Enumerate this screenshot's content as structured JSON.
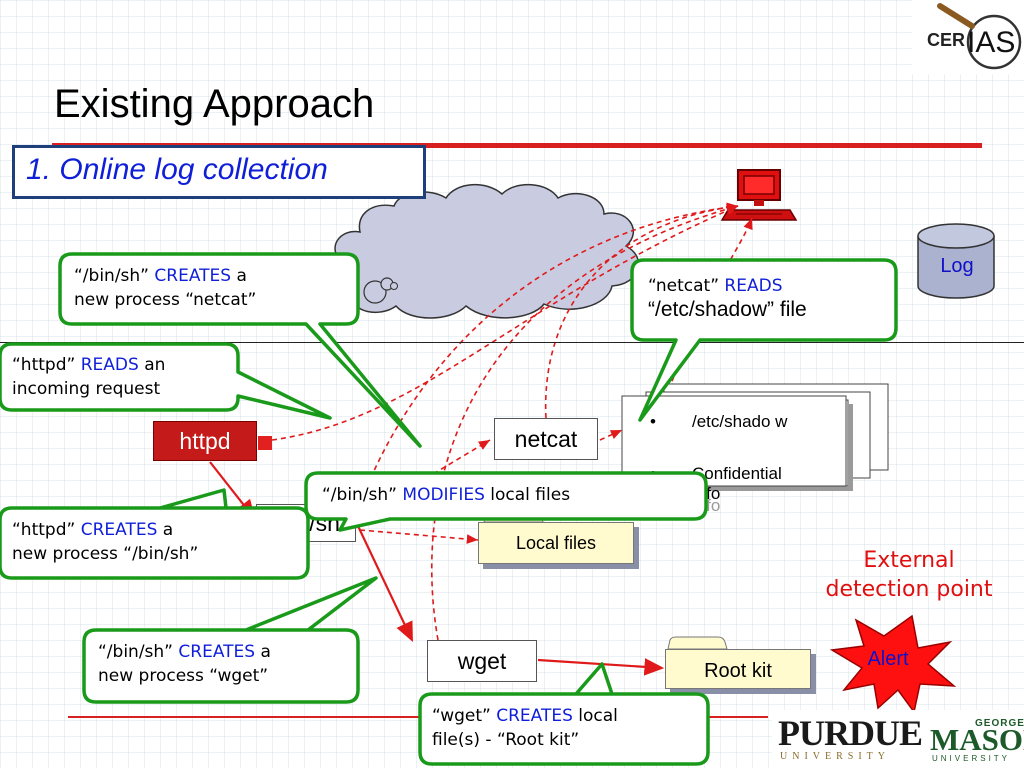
{
  "slide": {
    "title": "Existing Approach",
    "subtitle": "1. Online log collection",
    "colors": {
      "accent_red": "#d82020",
      "callout_green": "#1a9a1a",
      "keyword_blue": "#0f1fd8",
      "process_red": "#c41a1a"
    }
  },
  "logos": {
    "cerias": "CER",
    "cerias_ias": "IAS",
    "purdue": "PURDUE",
    "purdue_sub": "UNIVERSITY",
    "gmu_top": "GEORGE",
    "gmu": "MASON",
    "gmu_sub": "UNIVERSITY"
  },
  "nodes": {
    "httpd": "httpd",
    "binsh": "/bin/sh",
    "netcat": "netcat",
    "wget": "wget",
    "local_files": "Local files",
    "root_kit": "Root kit",
    "log": "Log",
    "alert": "Alert",
    "external_detection_line1": "External",
    "external_detection_line2": "detection point"
  },
  "document": {
    "items": [
      "/etc/shado w",
      "Confidential Info"
    ],
    "shadow_text": "Info"
  },
  "callouts": {
    "binsh_creates_netcat": {
      "pre": "“/bin/sh”",
      "kw": "CREATES",
      "post1": "a",
      "post2": "new process “netcat”"
    },
    "httpd_reads": {
      "pre": "“httpd”",
      "kw": "READS",
      "post1": "an",
      "post2": "incoming request"
    },
    "netcat_reads": {
      "pre": "“netcat”",
      "kw": "READS",
      "post2": "“/etc/shadow” file"
    },
    "binsh_modifies": {
      "pre": "“/bin/sh”",
      "kw": "MODIFIES",
      "post1": "local files"
    },
    "httpd_creates_binsh": {
      "pre": "“httpd”",
      "kw": "CREATES",
      "post1": "a",
      "post2": "new process “/bin/sh”"
    },
    "binsh_creates_wget": {
      "pre": "“/bin/sh”",
      "kw": "CREATES",
      "post1": "a",
      "post2": "new process “wget”"
    },
    "wget_creates_rootkit": {
      "pre": "“wget”",
      "kw": "CREATES",
      "post1": "local",
      "post2": "file(s) -  “Root kit”"
    }
  }
}
